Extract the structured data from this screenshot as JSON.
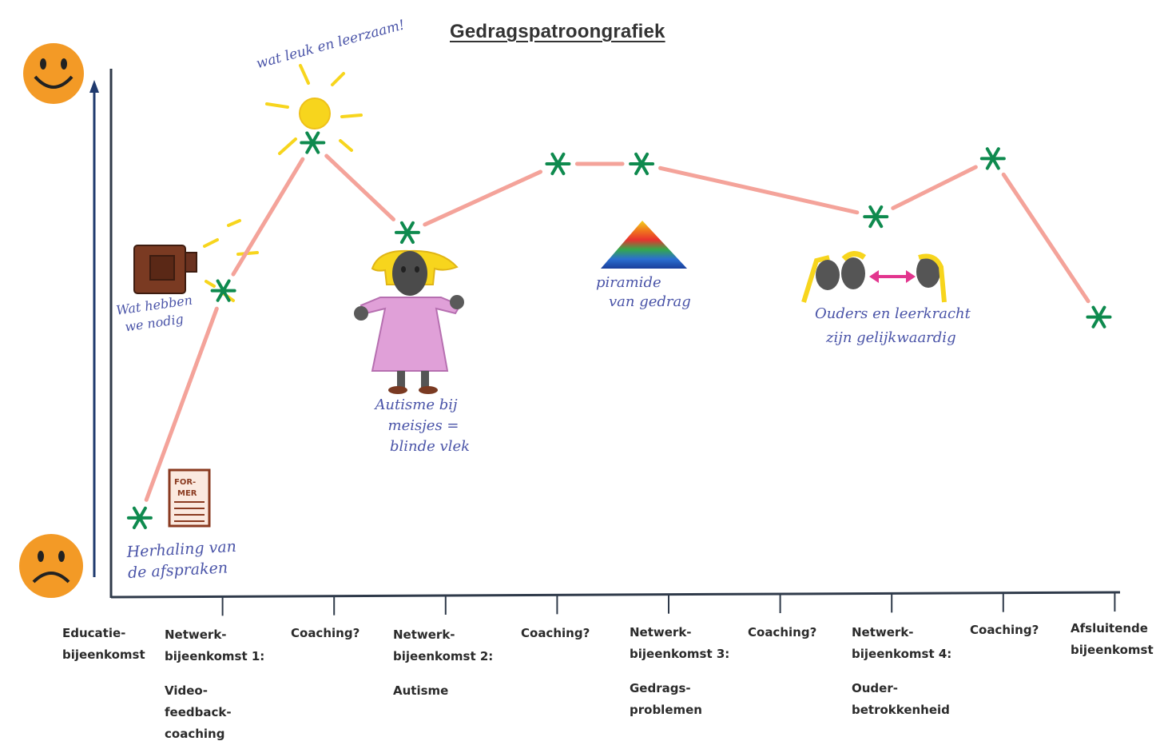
{
  "chart_data": {
    "type": "line",
    "title": "Gedragspatroongrafiek",
    "y_axis": {
      "top_icon": "happy-face-icon",
      "bottom_icon": "sad-face-icon"
    },
    "categories": [
      [
        "Educatie-",
        "bijeenkomst"
      ],
      [
        "Netwerk-",
        "bijeenkomst 1:",
        "",
        "Video-",
        "feedback-",
        "coaching"
      ],
      [
        "Coaching?"
      ],
      [
        "Netwerk-",
        "bijeenkomst 2:",
        "",
        "Autisme"
      ],
      [
        "Coaching?"
      ],
      [
        "Netwerk-",
        "bijeenkomst 3:",
        "",
        "Gedrags-",
        "problemen"
      ],
      [
        "Coaching?"
      ],
      [
        "Netwerk-",
        "bijeenkomst 4:",
        "",
        "Ouder-",
        "betrokkenheid"
      ],
      [
        "Coaching?"
      ],
      [
        "Afsluitende",
        "bijeenkomst"
      ]
    ],
    "points": [
      {
        "x": 0.25,
        "y": 0.15
      },
      {
        "x": 1.0,
        "y": 0.58
      },
      {
        "x": 1.8,
        "y": 0.86
      },
      {
        "x": 2.65,
        "y": 0.69
      },
      {
        "x": 4.0,
        "y": 0.82
      },
      {
        "x": 4.75,
        "y": 0.82
      },
      {
        "x": 6.85,
        "y": 0.72
      },
      {
        "x": 7.9,
        "y": 0.83
      },
      {
        "x": 8.85,
        "y": 0.53
      }
    ],
    "line_color": "#f4a39a",
    "marker_color": "#0e8a4e",
    "annotations": [
      [
        "Herhaling van",
        "de afspraken"
      ],
      [
        "Wat hebben",
        "we nodig"
      ],
      [
        "wat leuk en leerzaam!"
      ],
      [
        "Autisme bij",
        "meisjes =",
        "blinde vlek"
      ],
      [
        "piramide",
        "van gedrag"
      ],
      [
        "Ouders en leerkracht",
        "zijn gelijkwaardig"
      ]
    ]
  },
  "colors": {
    "axis": "#2f3a4a",
    "arrow": "#1f3a6e",
    "face": "#f39a26",
    "sun": "#f7d51d",
    "handwriting": "#4a54a8"
  }
}
